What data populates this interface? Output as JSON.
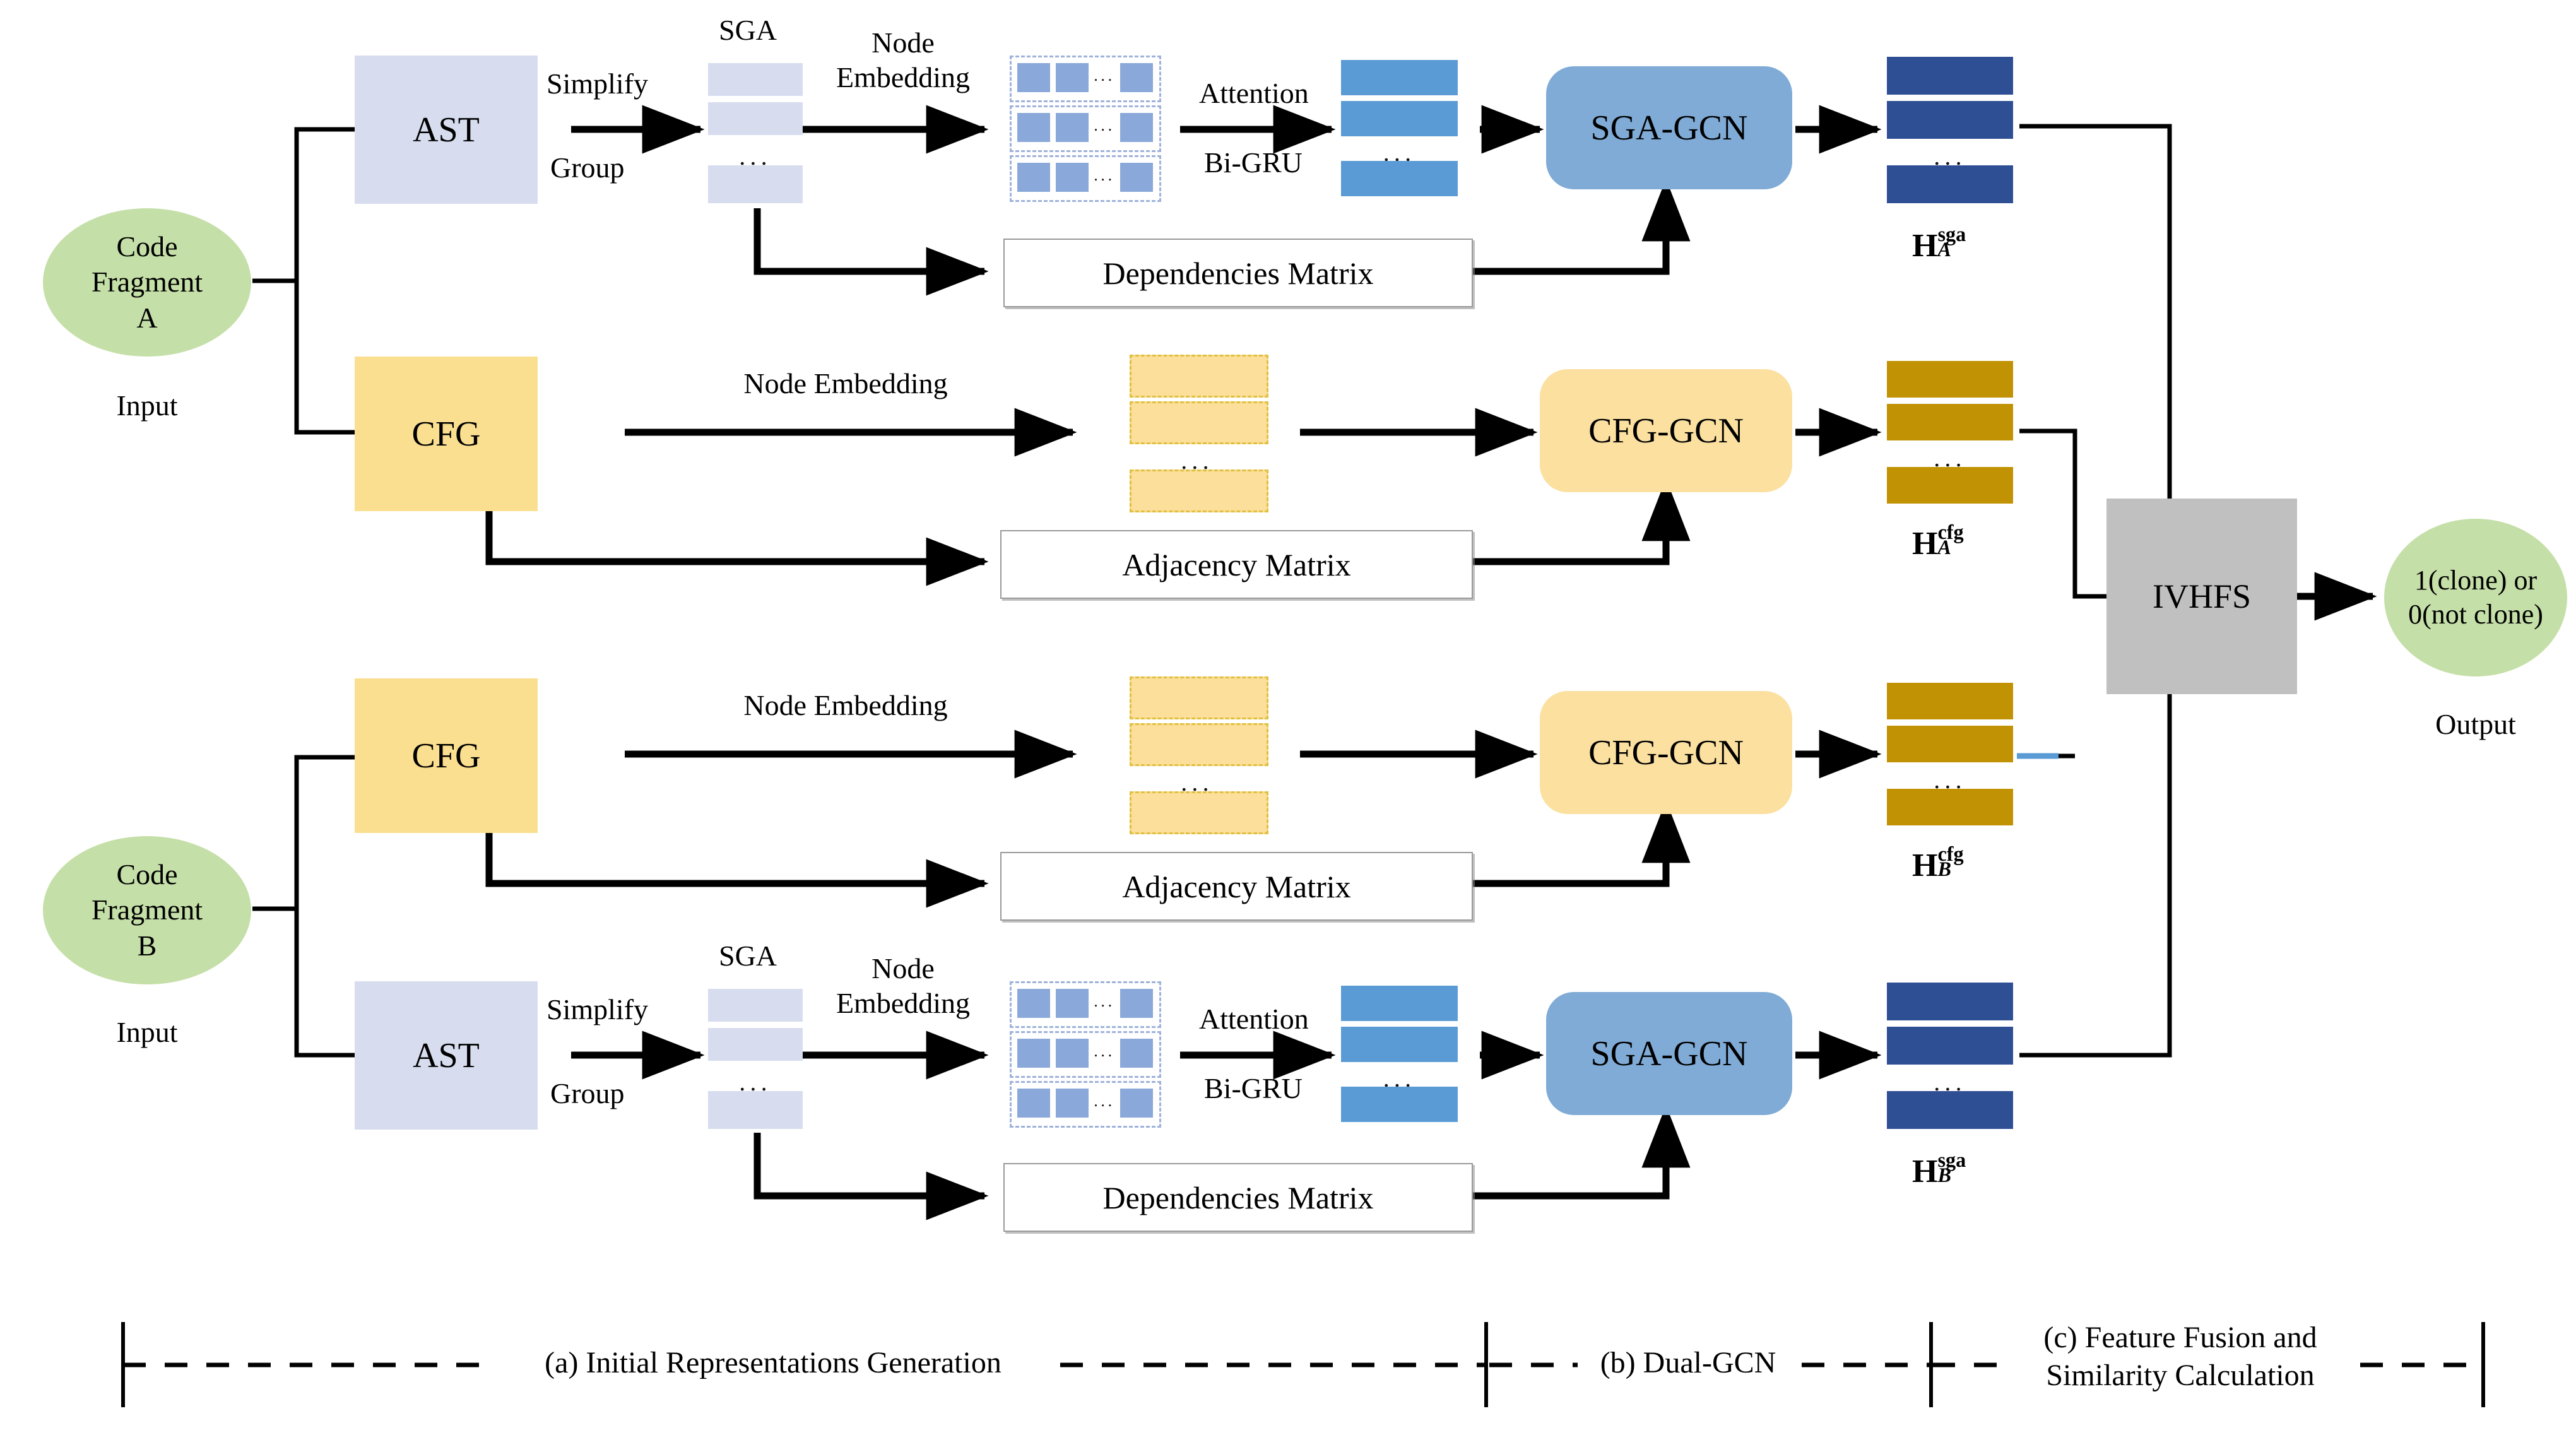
{
  "figure": {
    "title": "Dual-GCN code clone detection architecture",
    "colors": {
      "input_ellipse": "#c5dfa8",
      "ast_box": "#d7ddef",
      "cfg_box": "#fbdf90",
      "sga_gcn": "#7fabd6",
      "cfg_gcn": "#fbe0a0",
      "ivhfs": "#c0c0c0",
      "h_sga_bar": "#2f4f95",
      "h_cfg_bar": "#c19203",
      "attention_bar": "#5b9bd5",
      "sga_bar": "#d7ddef",
      "emb_cell": "#8ba8da",
      "line": "#000000"
    }
  },
  "inputs": [
    {
      "label": "Code\nFragment\nA",
      "caption": "Input"
    },
    {
      "label": "Code\nFragment\nB",
      "caption": "Input"
    }
  ],
  "output": {
    "label": "1(clone) or\n0(not clone)",
    "caption": "Output"
  },
  "nodes": {
    "ast": "AST",
    "cfg": "CFG",
    "sga_gcn": "SGA-GCN",
    "cfg_gcn": "CFG-GCN",
    "ivhfs": "IVHFS",
    "dependencies_matrix": "Dependencies Matrix",
    "adjacency_matrix": "Adjacency Matrix"
  },
  "edge_labels": {
    "simplify": "Simplify",
    "group": "Group",
    "sga": "SGA",
    "node_embedding_two_line": "Node\nEmbedding",
    "node_embedding": "Node Embedding",
    "attention": "Attention",
    "bigru": "Bi-GRU"
  },
  "ellipsis": "...",
  "h_labels": {
    "a_sga": {
      "base": "H",
      "sup": "sga",
      "sub": "A"
    },
    "a_cfg": {
      "base": "H",
      "sup": "cfg",
      "sub": "A"
    },
    "b_cfg": {
      "base": "H",
      "sup": "cfg",
      "sub": "B"
    },
    "b_sga": {
      "base": "H",
      "sup": "sga",
      "sub": "B"
    }
  },
  "legend": [
    {
      "id": "a",
      "label": "(a) Initial Representations Generation"
    },
    {
      "id": "b",
      "label": "(b) Dual-GCN"
    },
    {
      "id": "c",
      "label": "(c) Feature Fusion and\nSimilarity Calculation"
    }
  ]
}
